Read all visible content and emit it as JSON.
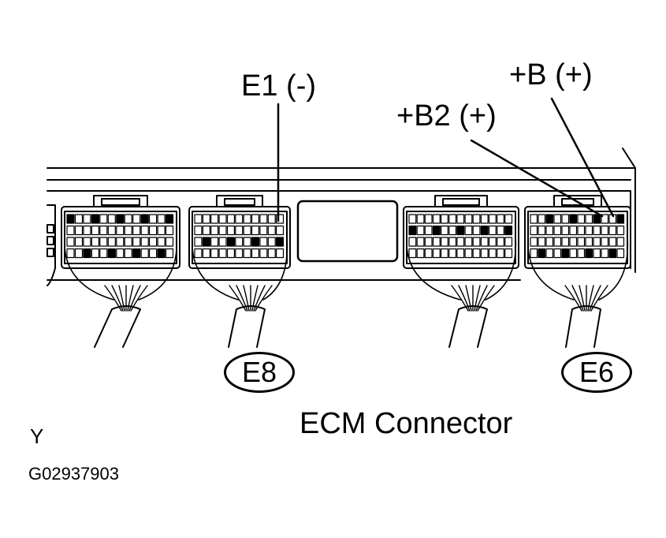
{
  "labels": {
    "e1_minus": "E1 (-)",
    "b_plus": "+B (+)",
    "b2_plus": "+B2 (+)",
    "connector_e8": "E8",
    "connector_e6": "E6",
    "caption": "ECM Connector",
    "view_code": "Y",
    "figure_id": "G02937903"
  }
}
